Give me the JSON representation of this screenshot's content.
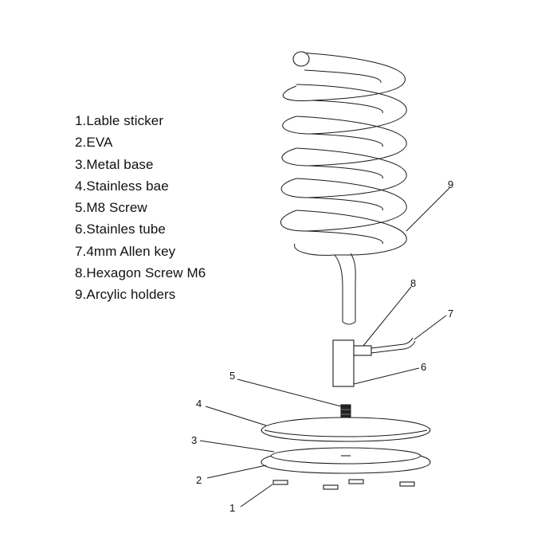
{
  "parts": [
    "1.Lable sticker",
    "2.EVA",
    "3.Metal base",
    "4.Stainless bae",
    "5.M8 Screw",
    "6.Stainles tube",
    "7.4mm Allen key",
    "8.Hexagon Screw M6",
    "9.Arcylic holders"
  ],
  "callouts": [
    "1",
    "2",
    "3",
    "4",
    "5",
    "6",
    "7",
    "8",
    "9"
  ]
}
